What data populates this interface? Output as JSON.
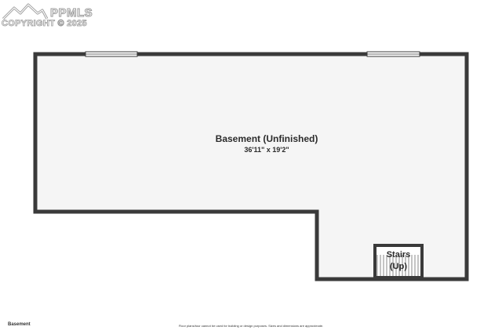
{
  "watermark": {
    "brand": "PPMLS",
    "copyright": "COPYRIGHT © 2025",
    "icon": "mountain-logo-icon"
  },
  "floor_plan": {
    "room_name": "Basement (Unfinished)",
    "room_dimensions": "36'11\" x 19'2\"",
    "stairs_line1": "Stairs",
    "stairs_line2": "(Up)",
    "wall_color": "#3a3a3a",
    "floor_color": "#f5f5f5"
  },
  "footer": {
    "level_label": "Basement",
    "disclaimer": "Floor plans/tour cannot be used for building or design purposes. Sizes and dimensions are approximate."
  }
}
